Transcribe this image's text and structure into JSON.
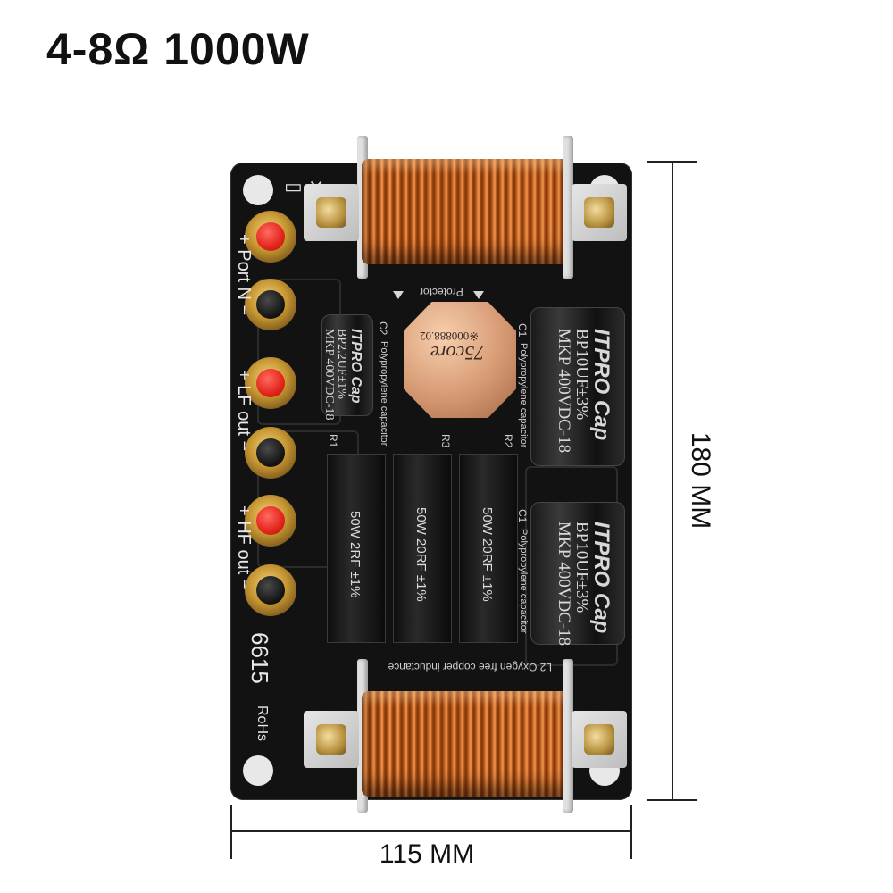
{
  "title": "4-8Ω 1000W",
  "dimensions": {
    "height_label": "180 MM",
    "width_label": "115 MM"
  },
  "board": {
    "model": "6615",
    "rohs": "RoHs",
    "terminals": [
      {
        "label": "+ Port N −",
        "color": "red"
      },
      {
        "label": "",
        "color": "black"
      },
      {
        "label": "+ LF out −",
        "color": "red"
      },
      {
        "label": "",
        "color": "black"
      },
      {
        "label": "+ HF out −",
        "color": "red"
      },
      {
        "label": "",
        "color": "black"
      }
    ],
    "protector_silk": "Protector",
    "protector_chip": {
      "line1": "75core",
      "line2": "※000888.02"
    },
    "cap_c2": {
      "designator": "C2",
      "brand": "ITPRO Cap",
      "spec1": "BP2.2UF±1%",
      "spec2": "MKP 400VDC-18",
      "silk": "Polypropylene capacitor"
    },
    "cap_c1_top": {
      "designator": "C1",
      "brand": "ITPRO Cap",
      "spec1": "BP10UF±3%",
      "spec2": "MKP 400VDC-18",
      "silk": "Polypropylene capacitor"
    },
    "cap_c1_bottom": {
      "designator": "C1",
      "brand": "ITPRO Cap",
      "spec1": "BP10UF±3%",
      "spec2": "MKP 400VDC-18",
      "silk": "Polypropylene capacitor"
    },
    "resistors": [
      {
        "designator": "R1",
        "text": "50W 2RF ±1%"
      },
      {
        "designator": "R3",
        "text": "50W 20RF ±1%"
      },
      {
        "designator": "R2",
        "text": "50W 20RF ±1%"
      }
    ],
    "inductor_silk": "L2 Oxygen free copper inductance"
  },
  "colors": {
    "board": "#121212",
    "copper": "#d06a26",
    "terminal_red": "#e3241c",
    "terminal_gold": "#c59531"
  }
}
